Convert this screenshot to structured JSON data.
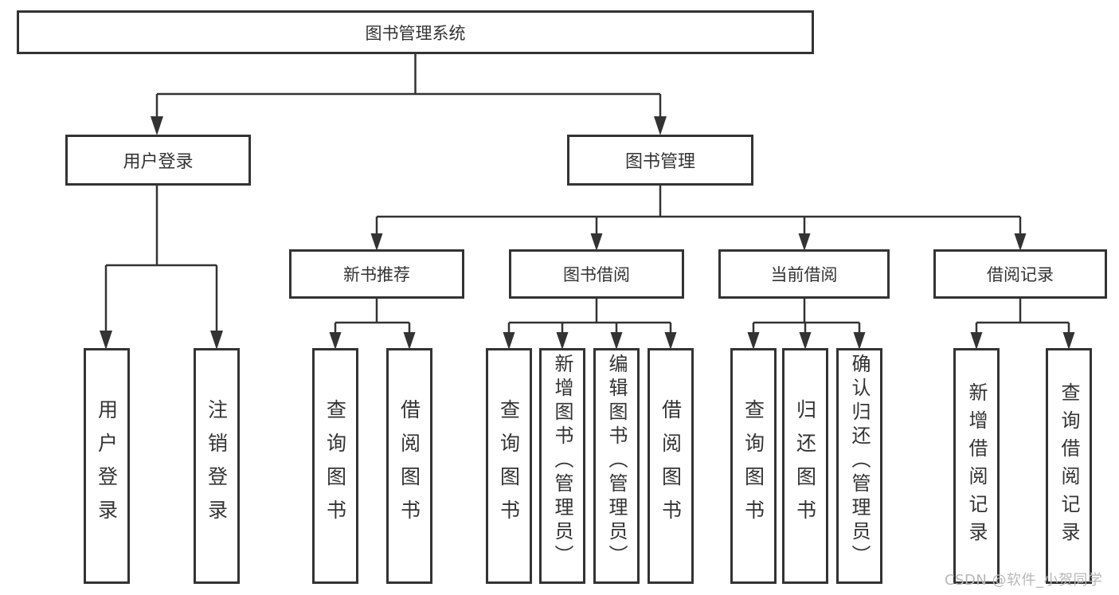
{
  "diagram": {
    "root": {
      "label": "图书管理系统"
    },
    "level1": {
      "user_login": {
        "label": "用户登录"
      },
      "book_mgmt": {
        "label": "图书管理"
      }
    },
    "level2": {
      "new_book_rec": {
        "label": "新书推荐"
      },
      "book_borrow": {
        "label": "图书借阅"
      },
      "current_borrow": {
        "label": "当前借阅"
      },
      "borrow_record": {
        "label": "借阅记录"
      }
    },
    "leaves": {
      "user_login_leaf": {
        "label": "用户登录"
      },
      "logout": {
        "label": "注销登录"
      },
      "query_book_rec": {
        "label": "查询图书"
      },
      "borrow_book_rec": {
        "label": "借阅图书"
      },
      "query_book_borrow": {
        "label": "查询图书"
      },
      "add_book_admin": {
        "label": "新增图书（管理员）"
      },
      "edit_book_admin": {
        "label": "编辑图书（管理员）"
      },
      "borrow_book_borrow": {
        "label": "借阅图书"
      },
      "query_book_current": {
        "label": "查询图书"
      },
      "return_book": {
        "label": "归还图书"
      },
      "confirm_return_admin": {
        "label": "确认归还（管理员）"
      },
      "add_borrow_record": {
        "label": "新增借阅记录"
      },
      "query_borrow_record": {
        "label": "查询借阅记录"
      }
    }
  },
  "watermark": {
    "text": "CSDN @软件_小贺同学"
  },
  "colors": {
    "line": "#333333",
    "text": "#333333",
    "watermark": "#b8b8b8",
    "background": "#ffffff"
  }
}
